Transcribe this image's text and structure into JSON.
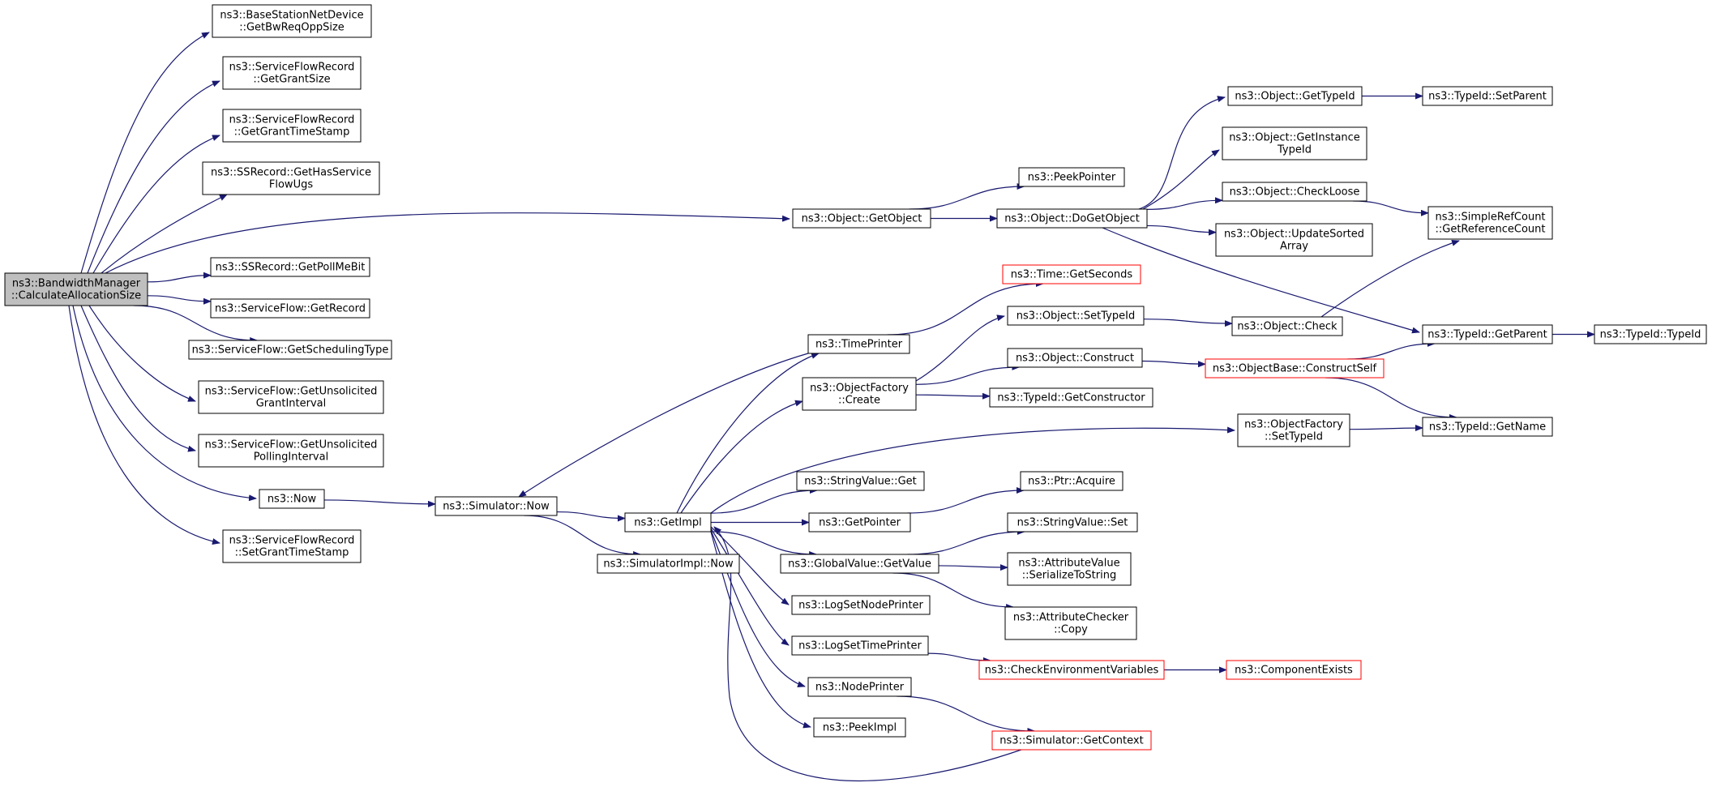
{
  "colors": {
    "edge": "#191970",
    "node_border": "#000000",
    "node_border_incomplete": "#ff0000",
    "root_fill": "#bfbfbf",
    "node_fill": "#ffffff"
  },
  "nodes": [
    {
      "id": "root",
      "lines": [
        "ns3::BandwidthManager",
        "::CalculateAllocationSize"
      ],
      "root": true
    },
    {
      "id": "bs_getbw",
      "lines": [
        "ns3::BaseStationNetDevice",
        "::GetBwReqOppSize"
      ]
    },
    {
      "id": "sfr_grantsize",
      "lines": [
        "ns3::ServiceFlowRecord",
        "::GetGrantSize"
      ]
    },
    {
      "id": "sfr_granttime",
      "lines": [
        "ns3::ServiceFlowRecord",
        "::GetGrantTimeStamp"
      ]
    },
    {
      "id": "ss_hasugs",
      "lines": [
        "ns3::SSRecord::GetHasService",
        "FlowUgs"
      ]
    },
    {
      "id": "obj_getobject",
      "lines": [
        "ns3::Object::GetObject"
      ]
    },
    {
      "id": "ss_pollme",
      "lines": [
        "ns3::SSRecord::GetPollMeBit"
      ]
    },
    {
      "id": "sf_record",
      "lines": [
        "ns3::ServiceFlow::GetRecord"
      ]
    },
    {
      "id": "sf_sched",
      "lines": [
        "ns3::ServiceFlow::GetSchedulingType"
      ]
    },
    {
      "id": "sf_unsol_grant",
      "lines": [
        "ns3::ServiceFlow::GetUnsolicited",
        "GrantInterval"
      ]
    },
    {
      "id": "sf_unsol_poll",
      "lines": [
        "ns3::ServiceFlow::GetUnsolicited",
        "PollingInterval"
      ]
    },
    {
      "id": "now",
      "lines": [
        "ns3::Now"
      ]
    },
    {
      "id": "sfr_setgrant",
      "lines": [
        "ns3::ServiceFlowRecord",
        "::SetGrantTimeStamp"
      ]
    },
    {
      "id": "sim_now",
      "lines": [
        "ns3::Simulator::Now"
      ]
    },
    {
      "id": "peekpointer",
      "lines": [
        "ns3::PeekPointer"
      ]
    },
    {
      "id": "obj_dogetobject",
      "lines": [
        "ns3::Object::DoGetObject"
      ]
    },
    {
      "id": "obj_gettypeid",
      "lines": [
        "ns3::Object::GetTypeId"
      ]
    },
    {
      "id": "typeid_setparent",
      "lines": [
        "ns3::TypeId::SetParent"
      ]
    },
    {
      "id": "obj_getinstance",
      "lines": [
        "ns3::Object::GetInstance",
        "TypeId"
      ]
    },
    {
      "id": "obj_checkloose",
      "lines": [
        "ns3::Object::CheckLoose"
      ]
    },
    {
      "id": "obj_updatesorted",
      "lines": [
        "ns3::Object::UpdateSorted",
        "Array"
      ]
    },
    {
      "id": "simplerefcount",
      "lines": [
        "ns3::SimpleRefCount",
        "::GetReferenceCount"
      ]
    },
    {
      "id": "time_getseconds",
      "lines": [
        "ns3::Time::GetSeconds"
      ],
      "incomplete": true
    },
    {
      "id": "timeprinter",
      "lines": [
        "ns3::TimePrinter"
      ]
    },
    {
      "id": "obj_settypeid",
      "lines": [
        "ns3::Object::SetTypeId"
      ]
    },
    {
      "id": "obj_check",
      "lines": [
        "ns3::Object::Check"
      ]
    },
    {
      "id": "typeid_getparent",
      "lines": [
        "ns3::TypeId::GetParent"
      ]
    },
    {
      "id": "typeid_typeid",
      "lines": [
        "ns3::TypeId::TypeId"
      ]
    },
    {
      "id": "objfactory_create",
      "lines": [
        "ns3::ObjectFactory",
        "::Create"
      ]
    },
    {
      "id": "obj_construct",
      "lines": [
        "ns3::Object::Construct"
      ]
    },
    {
      "id": "objbase_constructself",
      "lines": [
        "ns3::ObjectBase::ConstructSelf"
      ],
      "incomplete": true
    },
    {
      "id": "typeid_getconstructor",
      "lines": [
        "ns3::TypeId::GetConstructor"
      ]
    },
    {
      "id": "objfactory_settypeid",
      "lines": [
        "ns3::ObjectFactory",
        "::SetTypeId"
      ]
    },
    {
      "id": "typeid_getname",
      "lines": [
        "ns3::TypeId::GetName"
      ]
    },
    {
      "id": "stringvalue_get",
      "lines": [
        "ns3::StringValue::Get"
      ]
    },
    {
      "id": "ptr_acquire",
      "lines": [
        "ns3::Ptr::Acquire"
      ]
    },
    {
      "id": "getimpl",
      "lines": [
        "ns3::GetImpl"
      ]
    },
    {
      "id": "getpointer",
      "lines": [
        "ns3::GetPointer"
      ]
    },
    {
      "id": "stringvalue_set",
      "lines": [
        "ns3::StringValue::Set"
      ]
    },
    {
      "id": "simimpl_now",
      "lines": [
        "ns3::SimulatorImpl::Now"
      ]
    },
    {
      "id": "globalvalue_getvalue",
      "lines": [
        "ns3::GlobalValue::GetValue"
      ]
    },
    {
      "id": "attrvalue_serialize",
      "lines": [
        "ns3::AttributeValue",
        "::SerializeToString"
      ]
    },
    {
      "id": "logsetnodeprinter",
      "lines": [
        "ns3::LogSetNodePrinter"
      ]
    },
    {
      "id": "attrchecker_copy",
      "lines": [
        "ns3::AttributeChecker",
        "::Copy"
      ]
    },
    {
      "id": "logsettimeprinter",
      "lines": [
        "ns3::LogSetTimePrinter"
      ]
    },
    {
      "id": "checkenv",
      "lines": [
        "ns3::CheckEnvironmentVariables"
      ],
      "incomplete": true
    },
    {
      "id": "componentexists",
      "lines": [
        "ns3::ComponentExists"
      ],
      "incomplete": true
    },
    {
      "id": "nodeprinter",
      "lines": [
        "ns3::NodePrinter"
      ]
    },
    {
      "id": "peekimpl",
      "lines": [
        "ns3::PeekImpl"
      ]
    },
    {
      "id": "sim_getcontext",
      "lines": [
        "ns3::Simulator::GetContext"
      ],
      "incomplete": true
    }
  ],
  "edges": [
    [
      "root",
      "bs_getbw"
    ],
    [
      "root",
      "sfr_grantsize"
    ],
    [
      "root",
      "sfr_granttime"
    ],
    [
      "root",
      "ss_hasugs"
    ],
    [
      "root",
      "obj_getobject"
    ],
    [
      "root",
      "ss_pollme"
    ],
    [
      "root",
      "sf_record"
    ],
    [
      "root",
      "sf_sched"
    ],
    [
      "root",
      "sf_unsol_grant"
    ],
    [
      "root",
      "sf_unsol_poll"
    ],
    [
      "root",
      "now"
    ],
    [
      "root",
      "sfr_setgrant"
    ],
    [
      "now",
      "sim_now"
    ],
    [
      "obj_getobject",
      "peekpointer"
    ],
    [
      "obj_getobject",
      "obj_dogetobject"
    ],
    [
      "obj_dogetobject",
      "obj_gettypeid"
    ],
    [
      "obj_dogetobject",
      "obj_getinstance"
    ],
    [
      "obj_dogetobject",
      "obj_checkloose"
    ],
    [
      "obj_dogetobject",
      "obj_updatesorted"
    ],
    [
      "obj_dogetobject",
      "typeid_getparent"
    ],
    [
      "obj_gettypeid",
      "typeid_setparent"
    ],
    [
      "obj_checkloose",
      "simplerefcount"
    ],
    [
      "obj_check",
      "simplerefcount"
    ],
    [
      "typeid_getparent",
      "typeid_typeid"
    ],
    [
      "timeprinter",
      "time_getseconds"
    ],
    [
      "timeprinter",
      "sim_now"
    ],
    [
      "obj_settypeid",
      "obj_check"
    ],
    [
      "objfactory_create",
      "obj_settypeid"
    ],
    [
      "objfactory_create",
      "obj_construct"
    ],
    [
      "objfactory_create",
      "typeid_getconstructor"
    ],
    [
      "obj_construct",
      "objbase_constructself"
    ],
    [
      "objbase_constructself",
      "typeid_getparent"
    ],
    [
      "objbase_constructself",
      "typeid_getname"
    ],
    [
      "objfactory_settypeid",
      "typeid_getname"
    ],
    [
      "sim_now",
      "getimpl"
    ],
    [
      "sim_now",
      "simimpl_now"
    ],
    [
      "getimpl",
      "timeprinter"
    ],
    [
      "getimpl",
      "objfactory_create"
    ],
    [
      "getimpl",
      "objfactory_settypeid"
    ],
    [
      "getimpl",
      "stringvalue_get"
    ],
    [
      "getimpl",
      "getpointer"
    ],
    [
      "getimpl",
      "globalvalue_getvalue"
    ],
    [
      "getimpl",
      "logsetnodeprinter"
    ],
    [
      "getimpl",
      "logsettimeprinter"
    ],
    [
      "getimpl",
      "nodeprinter"
    ],
    [
      "getimpl",
      "peekimpl"
    ],
    [
      "getpointer",
      "ptr_acquire"
    ],
    [
      "globalvalue_getvalue",
      "stringvalue_set"
    ],
    [
      "globalvalue_getvalue",
      "attrvalue_serialize"
    ],
    [
      "globalvalue_getvalue",
      "attrchecker_copy"
    ],
    [
      "logsettimeprinter",
      "checkenv"
    ],
    [
      "checkenv",
      "componentexists"
    ],
    [
      "nodeprinter",
      "sim_getcontext"
    ],
    [
      "sim_getcontext",
      "getimpl"
    ]
  ]
}
